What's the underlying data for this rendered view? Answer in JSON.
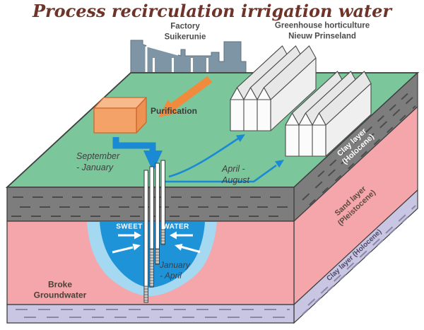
{
  "title": {
    "text": "Process recirculation irrigation water"
  },
  "factory_label": {
    "line1": "Factory",
    "line2": "Suikerunie"
  },
  "greenhouse_label": {
    "line1": "Greenhouse horticulture",
    "line2": "Nieuw Prinseland"
  },
  "purification_label": "Purification",
  "flows": {
    "sep_jan": {
      "line1": "September",
      "line2": "- January"
    },
    "apr_aug": {
      "line1": "April -",
      "line2": "August"
    },
    "jan_apr": {
      "line1": "January",
      "line2": "- April"
    }
  },
  "groundwater": {
    "sweet": "SWEET",
    "water": "WATER",
    "broke": {
      "line1": "Broke",
      "line2": "Groundwater"
    }
  },
  "layers": {
    "clay_top": {
      "line1": "Clay layer",
      "line2": "(Holocene)"
    },
    "sand": {
      "line1": "Sand layer",
      "line2": "(Pleistocene)"
    },
    "clay_bottom": "Clay layer (Holocene)"
  },
  "colors": {
    "grass": "#7cc69b",
    "factory": "#7e95a6",
    "clay_gray": "#7d7d7d",
    "sand_pink": "#f4a6ab",
    "clay_lavender": "#c9c6e3",
    "water_blue": "#1f93d8",
    "water_light": "#a5d8f1",
    "arrow_blue": "#1a8ad4",
    "arrow_orange": "#f08a3c",
    "box_front": "#f5a269",
    "box_top": "#f8b98b",
    "box_side": "#ee9254",
    "pipe_white": "#ffffff",
    "title_brown": "#6e3429"
  }
}
